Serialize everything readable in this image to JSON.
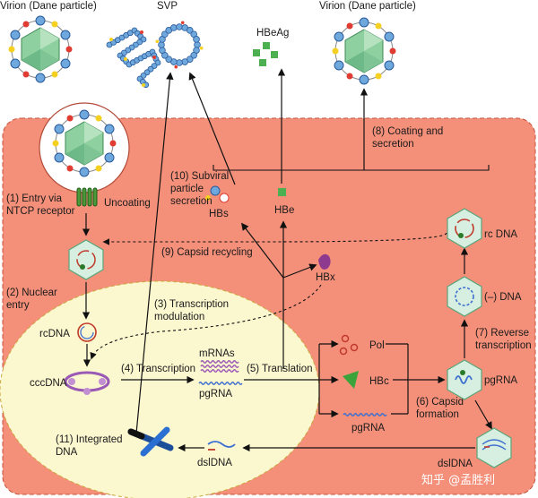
{
  "top": {
    "virion_left": "Virion (Dane particle)",
    "svp": "SVP",
    "hbeag": "HBeAg",
    "virion_right": "Virion (Dane particle)"
  },
  "steps": {
    "s1_line1": "(1) Entry via",
    "s1_line2": "NTCP receptor",
    "uncoating": "Uncoating",
    "s2_line1": "(2) Nuclear",
    "s2_line2": "entry",
    "s3_line1": "(3) Transcription",
    "s3_line2": "modulation",
    "s4": "(4) Transcription",
    "s5": "(5) Translation",
    "s6_line1": "(6) Capsid",
    "s6_line2": "formation",
    "s7_line1": "(7) Reverse",
    "s7_line2": "transcription",
    "s8_line1": "(8) Coating and",
    "s8_line2": "secretion",
    "s9": "(9) Capsid recycling",
    "s10_line1": "(10) Subviral",
    "s10_line2": "particle",
    "s10_line3": "secretion",
    "s11_line1": "(11) Integrated",
    "s11_line2": "DNA"
  },
  "molecules": {
    "hbs": "HBs",
    "hbe": "HBe",
    "hbx": "HBx",
    "rcdna_nucleus": "rcDNA",
    "cccdna": "cccDNA",
    "mrnas": "mRNAs",
    "pgrna_mid": "pgRNA",
    "pol": "Pol",
    "hbc": "HBc",
    "pgrna_low": "pgRNA",
    "pgrna_capsid": "pgRNA",
    "minus_dna": "(–) DNA",
    "rc_dna": "rc DNA",
    "dsldna_capsid": "dslDNA",
    "dsldna_nucleus": "dslDNA"
  },
  "watermark": "知乎 @孟胜利",
  "colors": {
    "cell": "#f4907a",
    "nucleus": "#fbf7cf",
    "capsid": "#9fd4a8",
    "hexagon_fill": "#d6efe0",
    "surface_blue": "#6fa8dc",
    "surface_yellow": "#f5d020",
    "surface_red": "#e03c31",
    "hbeag_green": "#4caf50",
    "rna_blue": "#3d6fd1",
    "rna_purple": "#9b59b6",
    "hbx_purple": "#8e3a8e"
  }
}
